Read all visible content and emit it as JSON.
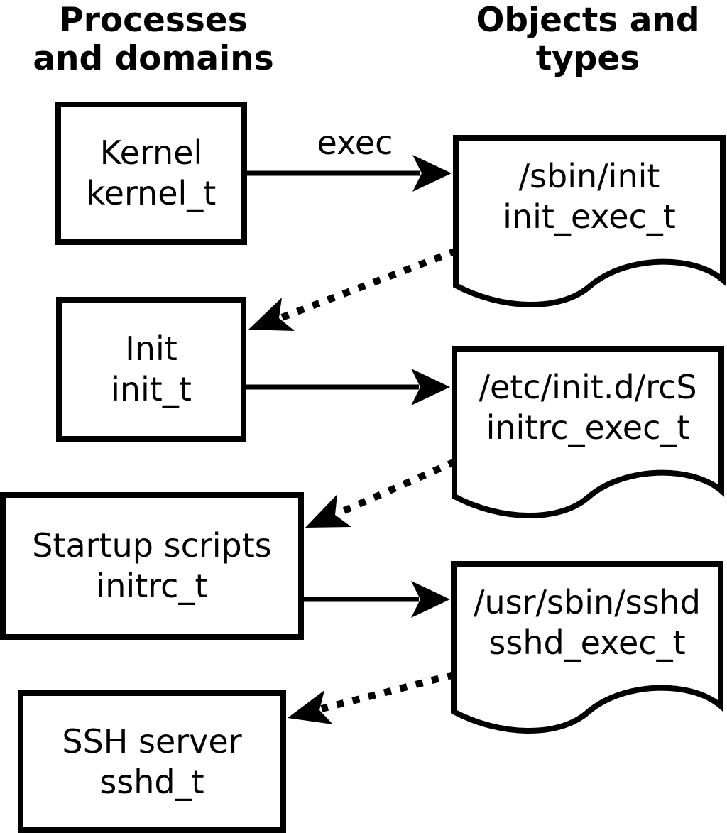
{
  "headers": {
    "left": {
      "line1": "Processes",
      "line2": "and domains"
    },
    "right": {
      "line1": "Objects and",
      "line2": "types"
    }
  },
  "process_nodes": [
    {
      "name": "Kernel",
      "type": "kernel_t"
    },
    {
      "name": "Init",
      "type": "init_t"
    },
    {
      "name": "Startup scripts",
      "type": "initrc_t"
    },
    {
      "name": "SSH server",
      "type": "sshd_t"
    }
  ],
  "object_nodes": [
    {
      "path": "/sbin/init",
      "type": "init_exec_t"
    },
    {
      "path": "/etc/init.d/rcS",
      "type": "initrc_exec_t"
    },
    {
      "path": "/usr/sbin/sshd",
      "type": "sshd_exec_t"
    }
  ],
  "edges": [
    {
      "label": "exec",
      "style": "solid",
      "from": "kernel_t",
      "to": "init_exec_t"
    },
    {
      "label": "",
      "style": "dotted",
      "from": "init_exec_t",
      "to": "init_t"
    },
    {
      "label": "",
      "style": "solid",
      "from": "init_t",
      "to": "initrc_exec_t"
    },
    {
      "label": "",
      "style": "dotted",
      "from": "initrc_exec_t",
      "to": "initrc_t"
    },
    {
      "label": "",
      "style": "solid",
      "from": "initrc_t",
      "to": "sshd_exec_t"
    },
    {
      "label": "",
      "style": "dotted",
      "from": "sshd_exec_t",
      "to": "sshd_t"
    }
  ],
  "colors": {
    "ink": "#000000",
    "background": "#ffffff"
  }
}
